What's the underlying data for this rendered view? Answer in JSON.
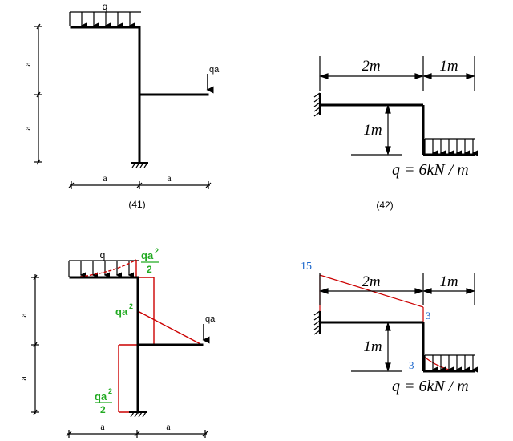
{
  "colors": {
    "structure": "#000000",
    "moment_line": "#cc0000",
    "moment_label_green": "#22aa22",
    "moment_label_blue": "#1a66cc"
  },
  "fig41": {
    "load_q": "q",
    "point_load": "qa",
    "dim_a": "a",
    "caption": "(41)"
  },
  "fig42": {
    "dim_2m": "2m",
    "dim_1m_top": "1m",
    "dim_1m_vert": "1m",
    "load_eq": "q = 6kN / m",
    "caption": "(42)"
  },
  "fig41_bm": {
    "load_q": "q",
    "point_load": "qa",
    "dim_a": "a",
    "label_top_num": "qa",
    "label_top_exp": "2",
    "label_top_den": "2",
    "label_mid_num": "qa",
    "label_mid_exp": "2",
    "label_bot_num": "qa",
    "label_bot_exp": "2",
    "label_bot_den": "2"
  },
  "fig42_bm": {
    "dim_2m": "2m",
    "dim_1m_top": "1m",
    "dim_1m_vert": "1m",
    "load_eq": "q = 6kN / m",
    "val_15": "15",
    "val_3_top": "3",
    "val_3_bottom": "3"
  }
}
